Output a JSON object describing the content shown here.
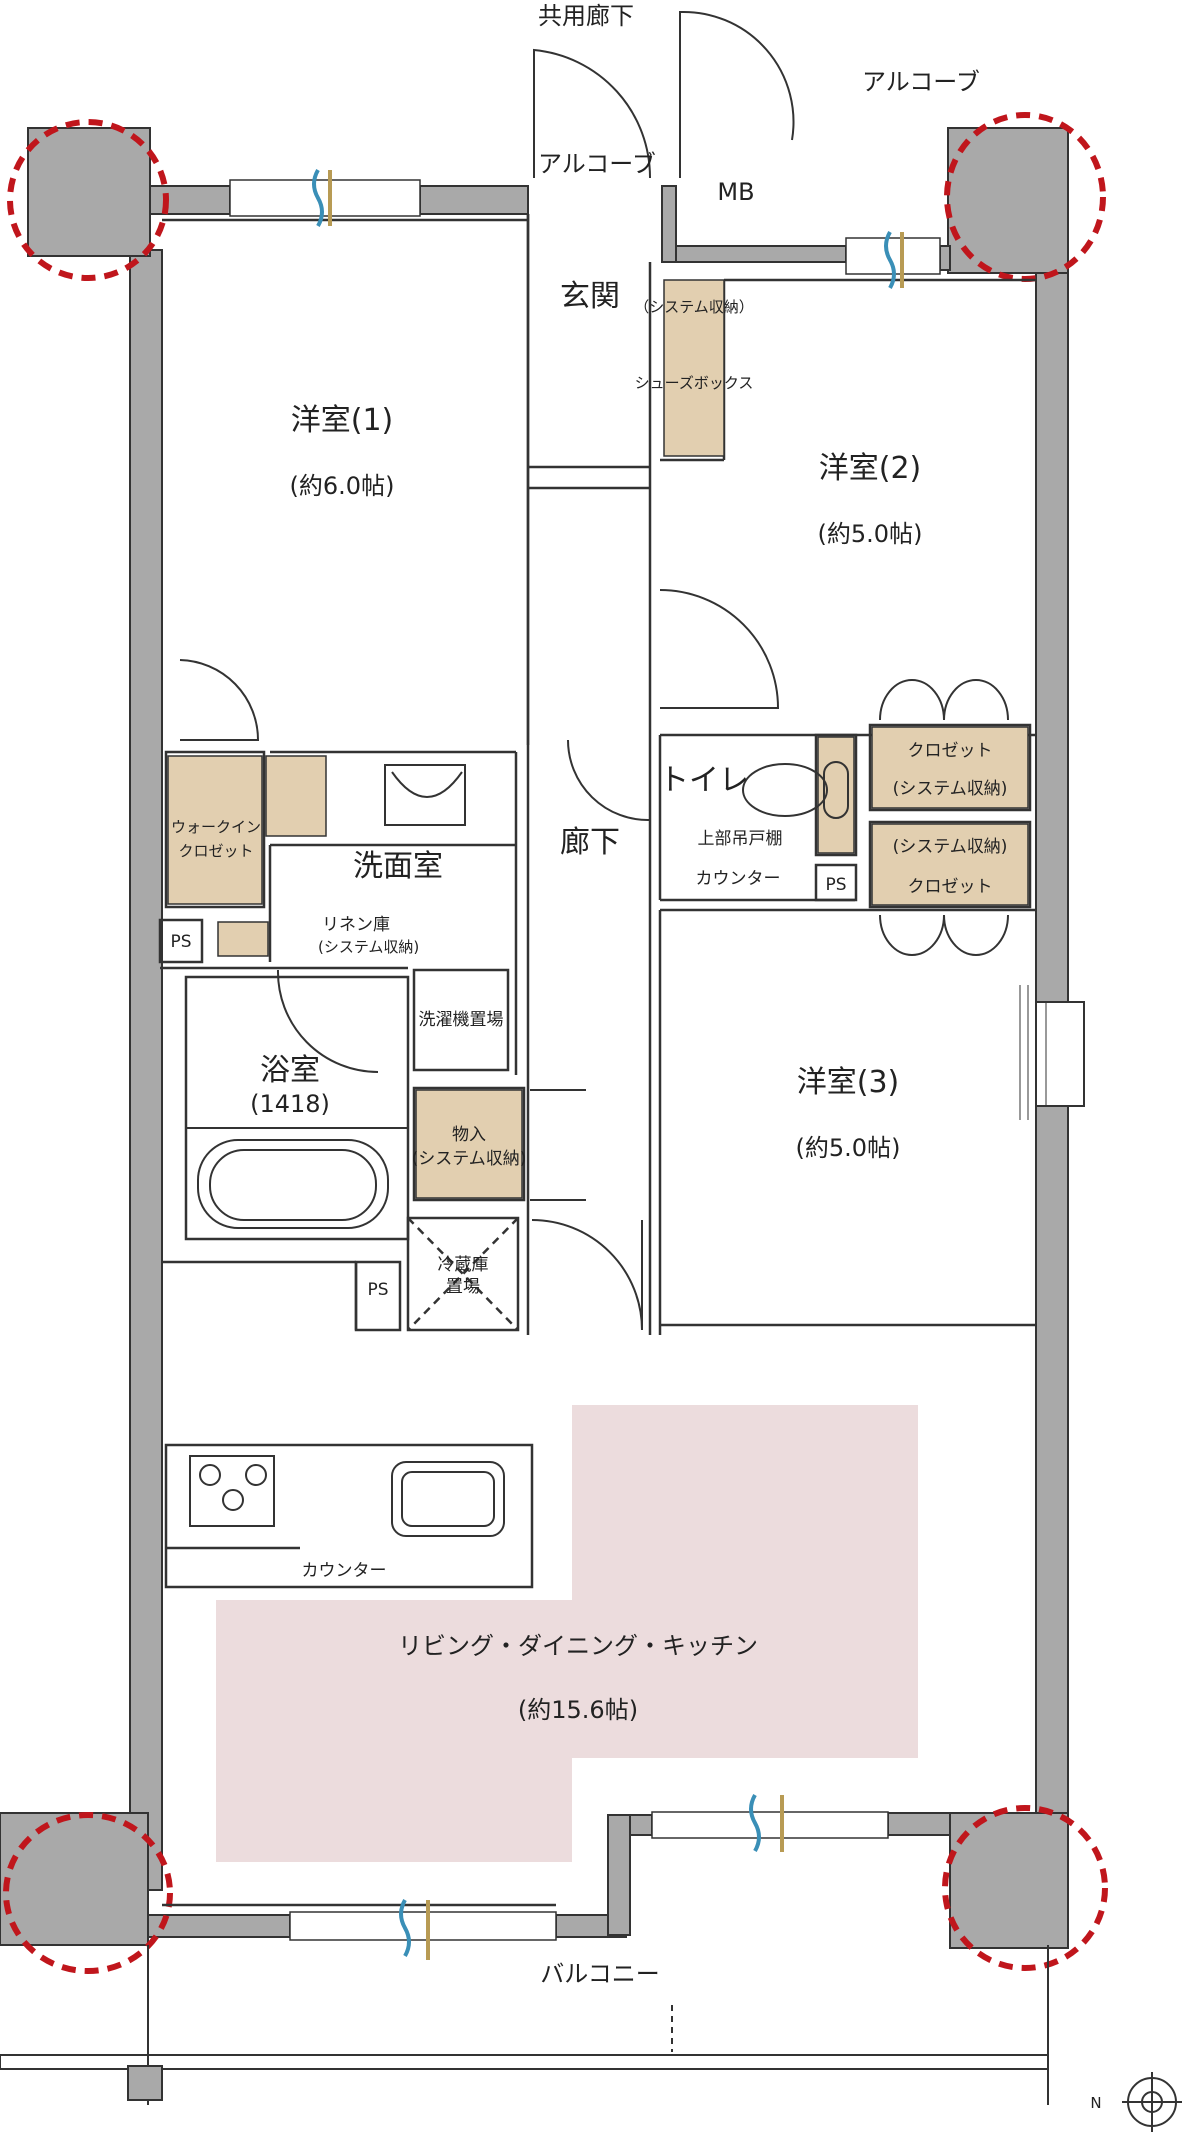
{
  "labels": {
    "common_corridor": "共用廊下",
    "alcove_top": "アルコーブ",
    "alcove_left": "アルコーブ",
    "mb": "MB",
    "entrance": "玄関",
    "shoe_box_line1": "（システム収納）",
    "shoe_box_line2": "シューズボックス",
    "room1": "洋室(1)",
    "room1_size": "(約6.0帖)",
    "room2": "洋室(2)",
    "room2_size": "(約5.0帖)",
    "room3": "洋室(3)",
    "room3_size": "(約5.0帖)",
    "walk_in_line1": "ウォークイン",
    "walk_in_line2": "クロゼット",
    "washroom": "洗面室",
    "linen_line1": "リネン庫",
    "linen_line2": "(システム収納)",
    "ps1": "PS",
    "ps2": "PS",
    "ps3": "PS",
    "bath": "浴室",
    "bath_size": "(1418)",
    "washer": "洗濯機置場",
    "storage_line1": "物入",
    "storage_line2": "(システム収納)",
    "fridge_line1": "冷蔵庫",
    "fridge_line2": "置場",
    "hallway": "廊下",
    "toilet": "トイレ",
    "upper_shelf": "上部吊戸棚",
    "counter_toilet": "カウンター",
    "closet_a_line1": "クロゼット",
    "closet_a_line2": "(システム収納)",
    "closet_b_line1": "(システム収納)",
    "closet_b_line2": "クロゼット",
    "counter_kitchen": "カウンター",
    "ldk": "リビング・ダイニング・キッチン",
    "ldk_size": "(約15.6帖)",
    "balcony": "バルコニー",
    "compass_n": "N"
  },
  "colors": {
    "wall": "#a9a9a9",
    "storage": "#e2cfb0",
    "ldk_highlight": "#ecdcdd",
    "column_circle": "#c0161c",
    "line": "#333333",
    "vent_blue": "#3a8fb7",
    "vent_gold": "#b89b54"
  }
}
